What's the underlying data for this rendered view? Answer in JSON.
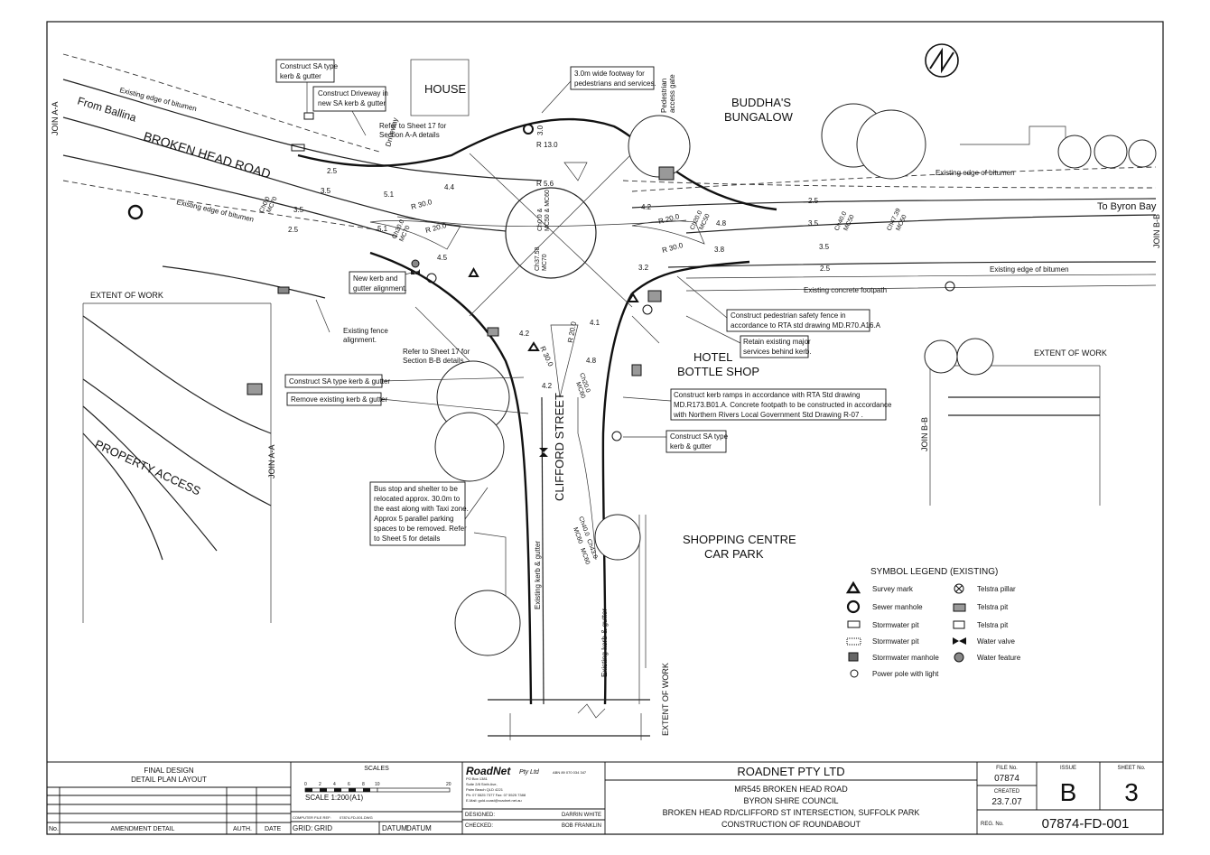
{
  "plan": {
    "join_aa": "JOIN A-A",
    "join_bb": "JOIN B-B",
    "from_ballina": "From Ballina",
    "broken_head_road": "BROKEN HEAD ROAD",
    "to_byron_bay": "To Byron Bay",
    "house": "HOUSE",
    "buddhas_1": "BUDDHA'S",
    "buddhas_2": "BUNGALOW",
    "hotel_1": "HOTEL",
    "hotel_2": "BOTTLE SHOP",
    "shopping_1": "SHOPPING CENTRE",
    "shopping_2": "CAR PARK",
    "clifford_street": "CLIFFORD STREET",
    "property_access": "PROPERTY   ACCESS",
    "extent_of_work": "EXTENT OF WORK",
    "existing_edge_bitumen": "Existing edge of bitumen",
    "existing_concrete_footpath": "Existing concrete footpath",
    "existing_kerb_gutter": "Existing kerb & gutter",
    "driveway": "Driveway",
    "ped_gate_1": "Pedestrian",
    "ped_gate_2": "access gate",
    "refer_17_aa_1": "Refer to Sheet 17 for",
    "refer_17_aa_2": "Section A-A details",
    "refer_17_bb_1": "Refer to Sheet 17 for",
    "refer_17_bb_2": "Section B-B details",
    "existing_fence_1": "Existing fence",
    "existing_fence_2": "alignment.",
    "dims": {
      "d25": "2.5",
      "d35": "3.5",
      "d44": "4.4",
      "d51": "5.1",
      "d45": "4.5",
      "d42": "4.2",
      "d41": "4.1",
      "d48": "4.8",
      "d38": "3.8",
      "d32": "3.2",
      "d30": "3.0",
      "r130": "R 13.0",
      "r56": "R 5.6",
      "r300": "R 30.0",
      "r200": "R 20.0"
    },
    "chainages": {
      "ch00_mc70": "Ch0.0",
      "mc70": "MC70",
      "ch200_mc70": "Ch20.0",
      "mc70b": "MC70",
      "ch00_mc50": "Ch0.0 &",
      "mc50_mc60": "MC50 & MC60",
      "ch3758": "Ch37.58",
      "mc70c": "MC70",
      "ch200_mc50": "Ch20.0",
      "mc50": "MC50",
      "ch400_mc50": "Ch40.0",
      "mc50b": "MC50",
      "ch4739": "Ch47.39",
      "mc50c": "MC50",
      "ch200_mc60": "Ch20.0",
      "mc60": "MC60",
      "ch400_mc60": "Ch40.0",
      "mc60b": "MC60",
      "ch430_mc60": "Ch43.0",
      "mc60c": "MC60"
    },
    "callouts": {
      "sa_kerb_1": "Construct SA type",
      "sa_kerb_2": "kerb & gutter",
      "driveway_1": "Construct Driveway in",
      "driveway_2": "new SA kerb & gutter",
      "footway_1": "3.0m wide footway for",
      "footway_2": "pedestrians and services.",
      "new_kerb_1": "New kerb and",
      "new_kerb_2": "gutter alignment.",
      "sa_kerb_w": "Construct SA type kerb & gutter",
      "remove_kerb": "Remove existing kerb & gutter",
      "ped_fence_1": "Construct pedestrian safety fence in",
      "ped_fence_2": "accordance to RTA std drawing MD.R70.A16.A",
      "retain_1": "Retain existing major",
      "retain_2": "services behind kerb.",
      "ramps_1": "Construct kerb ramps in accordance with RTA Std drawing",
      "ramps_2": "MD.R173.B01.A. Concrete footpath to be constructed in accordance",
      "ramps_3": "with Northern Rivers Local Government Std Drawing R-07 .",
      "sa_kerb_e1": "Construct SA type",
      "sa_kerb_e2": "kerb & gutter",
      "bus_1": "Bus stop and shelter to be",
      "bus_2": "relocated approx. 30.0m to",
      "bus_3": "the east along with Taxi zone.",
      "bus_4": "Approx 5 parallel parking",
      "bus_5": "spaces to be removed. Refer",
      "bus_6": "to Sheet 5 for details"
    }
  },
  "legend": {
    "title": "SYMBOL LEGEND (EXISTING)",
    "left": [
      "Survey mark",
      "Sewer manhole",
      "Stormwater pit",
      "Stormwater pit",
      "Stormwater manhole",
      "Power pole with light"
    ],
    "right": [
      "Telstra pillar",
      "Telstra pit",
      "Telstra pit",
      "Water valve",
      "Water feature"
    ]
  },
  "title_block": {
    "final_design": "FINAL DESIGN",
    "detail_plan": "DETAIL PLAN LAYOUT",
    "col_no": "No.",
    "col_amendment": "AMENDMENT DETAIL",
    "col_auth": "AUTH.",
    "col_date": "DATE",
    "scales": "SCALES",
    "scale_ticks": [
      "0",
      "2",
      "4",
      "6",
      "8",
      "10",
      "20"
    ],
    "scale_text": "SCALE 1:200",
    "scale_paper": "(A1)",
    "computer_file_ref": "COMPUTER FILE REF:",
    "computer_file": "07874-FD-001.DWG",
    "grid_label": "GRID:",
    "grid_value": "GRID",
    "datum_label": "DATUM:",
    "datum_value": "DATUM",
    "roadnet_logo": "RoadNet",
    "pty_ltd": "Pty Ltd",
    "abn": "ABN 89 070 034 347",
    "addr_1": "PO Box 1381",
    "addr_2": "Suite 2/8 Sixth Ave,",
    "addr_3": "Palm Beach QLD 4221",
    "addr_4": "Ph: 07 5525 7377  Fax: 07 5525 7388",
    "addr_5": "E-Mail: gold.coast@roadnet.net.au",
    "designed_label": "DESIGNED:",
    "designed_value": "DARRIN WHITE",
    "checked_label": "CHECKED:",
    "checked_value": "BOB FRANKLIN",
    "company": "ROADNET PTY LTD",
    "project_1": "MR545 BROKEN HEAD ROAD",
    "project_2": "BYRON SHIRE COUNCIL",
    "project_3": "BROKEN HEAD RD/CLIFFORD ST INTERSECTION, SUFFOLK PARK",
    "project_4": "CONSTRUCTION OF ROUNDABOUT",
    "file_no_label": "FILE No.",
    "file_no": "07874",
    "created_label": "CREATED",
    "created": "23.7.07",
    "reg_no_label": "REG. No.",
    "reg_no": "07874-FD-001",
    "issue_label": "ISSUE",
    "issue": "B",
    "sheet_label": "SHEET No.",
    "sheet": "3"
  }
}
